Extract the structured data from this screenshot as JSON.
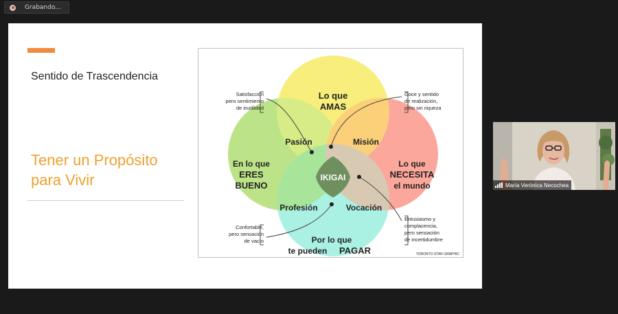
{
  "recording": {
    "label": "Grabando..."
  },
  "slide": {
    "heading": "Sentido de Trascendencia",
    "subheading": "Tener un Propósito para Vivir"
  },
  "ikigai": {
    "center": "IKIGAI",
    "circles": {
      "top": {
        "line1": "Lo que",
        "line2": "AMAS"
      },
      "left": {
        "line1": "En lo que",
        "line2": "ERES",
        "line3": "BUENO"
      },
      "right": {
        "line1": "Lo que",
        "line2": "NECESITA",
        "line3": "el mundo"
      },
      "bottom": {
        "line1": "Por lo que",
        "line2": "te pueden",
        "line3": "PAGAR"
      }
    },
    "overlaps": {
      "passion": "Pasión",
      "mission": "Misión",
      "profession": "Profesión",
      "vocation": "Vocación"
    },
    "notes": {
      "top_left": [
        "Satisfacción",
        "pero sentimiento",
        "de inutilidad"
      ],
      "top_right": [
        "Goce y sentido",
        "de realización,",
        "pero sin riqueza"
      ],
      "bottom_left": [
        "Confortable,",
        "pero sensación",
        "de vacío"
      ],
      "bottom_right": [
        "Entusiasmo y",
        "complacencia,",
        "pero sensación",
        "de incertidumbre"
      ]
    },
    "credit": "TORONTO STAR GRAPHIC",
    "colors": {
      "top": "#f8ee7c",
      "left": "#bde389",
      "right": "#fba79b",
      "bottom": "#aaf1e4",
      "passion": "#d7ec87",
      "mission": "#fbd079",
      "profession": "#a8e59b",
      "vocation": "#d8c9b3",
      "center": "#6f8f5e"
    }
  },
  "participant": {
    "name": "María Verónica Necochea"
  }
}
